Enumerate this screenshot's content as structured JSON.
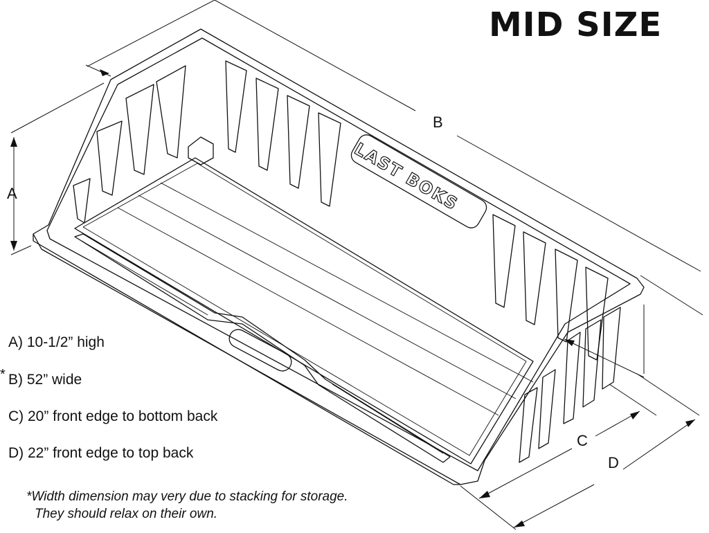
{
  "title": "MID SIZE",
  "logo": "LAST BOKS",
  "dimension_labels": {
    "a": "A",
    "b": "B",
    "c": "C",
    "d": "D"
  },
  "specs": [
    "A) 10-1/2”  high",
    "B) 52”  wide",
    "C) 20”  front edge to bottom back",
    "D) 22” front edge to top back"
  ],
  "asterisk": "*",
  "note": {
    "marker": "*",
    "line1": "Width dimension may very due to stacking for storage.",
    "line2": "They should relax on their own."
  }
}
